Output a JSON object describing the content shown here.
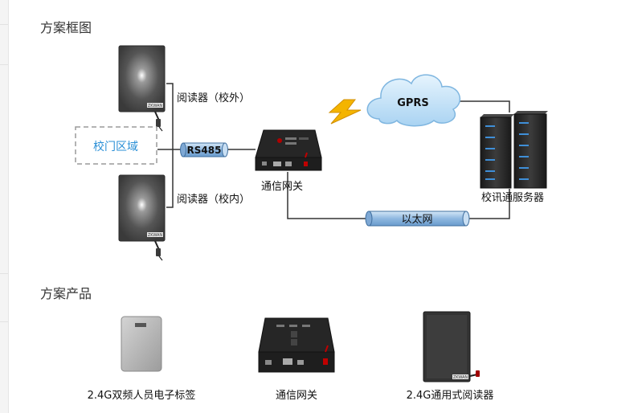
{
  "sections": {
    "diagram_title": "方案框图",
    "products_title": "方案产品"
  },
  "diagram": {
    "zone_label": "校门区域",
    "reader_outside_label": "阅读器（校外）",
    "reader_inside_label": "阅读器（校内）",
    "bus_label": "RS485",
    "gateway_label": "通信网关",
    "cloud_label": "GPRS",
    "server_label": "校讯通服务器",
    "ethernet_label": "以太网",
    "reader_brand": "ZKWAN",
    "colors": {
      "zone_text": "#2a8fd6",
      "pipe_fill": "#9ec2e6",
      "cloud_fill": "#bfe0f7",
      "lightning": "#f4b400",
      "server_led": "#3f8fd8",
      "reader_body": "#444444"
    }
  },
  "products": [
    {
      "name": "2.4G双频人员电子标签",
      "icon": "tag-card-icon"
    },
    {
      "name": "通信网关",
      "icon": "gateway-device-icon"
    },
    {
      "name": "2.4G通用式阅读器",
      "icon": "reader-device-icon"
    }
  ]
}
